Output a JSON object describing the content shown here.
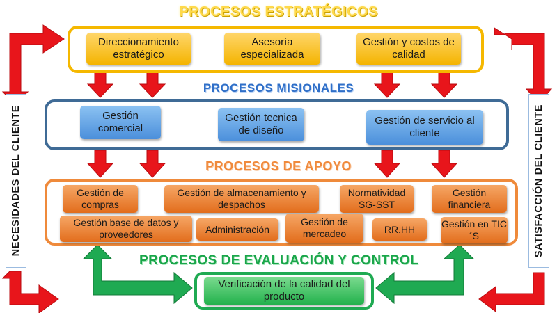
{
  "titles": {
    "estrategicos": "PROCESOS ESTRATÉGICOS",
    "misionales": "PROCESOS MISIONALES",
    "apoyo": "PROCESOS DE APOYO",
    "evaluacion": "PROCESOS DE EVALUACIÓN Y CONTROL"
  },
  "estrategicos": [
    "Direccionamiento estratégico",
    "Asesoría especializada",
    "Gestión y costos de calidad"
  ],
  "misionales": [
    "Gestión comercial",
    "Gestión tecnica de diseño",
    "Gestión de servicio al cliente"
  ],
  "apoyo": [
    "Gestión de compras",
    "Gestión de almacenamiento y despachos",
    "Normatividad SG-SST",
    "Gestión financiera",
    "Gestión base de datos y proveedores",
    "Administración",
    "Gestión de mercadeo",
    "RR.HH",
    "Gestión en TIC´S"
  ],
  "evaluacion": [
    "Verificación de la calidad del producto"
  ],
  "sides": {
    "left": "NECESIDADES DEL CLIENTE",
    "right": "SATISFACCIÓN DEL CLIENTE"
  },
  "colors": {
    "arrow_red": "#e8151b",
    "arrow_green": "#1faa52",
    "estrategicos": "#f5b800",
    "misionales": "#3f6b96",
    "apoyo": "#ef8a3b",
    "evaluacion": "#1faa52"
  }
}
